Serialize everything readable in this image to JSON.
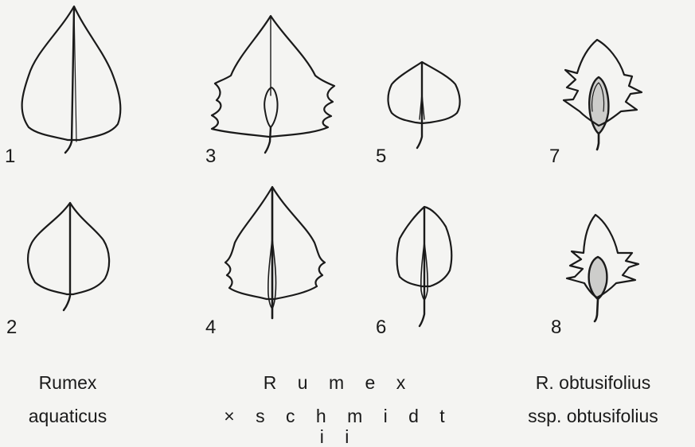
{
  "figure": {
    "numbers": [
      "1",
      "2",
      "3",
      "4",
      "5",
      "6",
      "7",
      "8"
    ],
    "groups": [
      {
        "line1": "Rumex",
        "line2": "aquaticus"
      },
      {
        "line1": "R u m e x",
        "line2": "× s c h m i d t i i"
      },
      {
        "line1": "R. obtusifolius",
        "line2": "ssp. obtusifolius"
      }
    ]
  }
}
